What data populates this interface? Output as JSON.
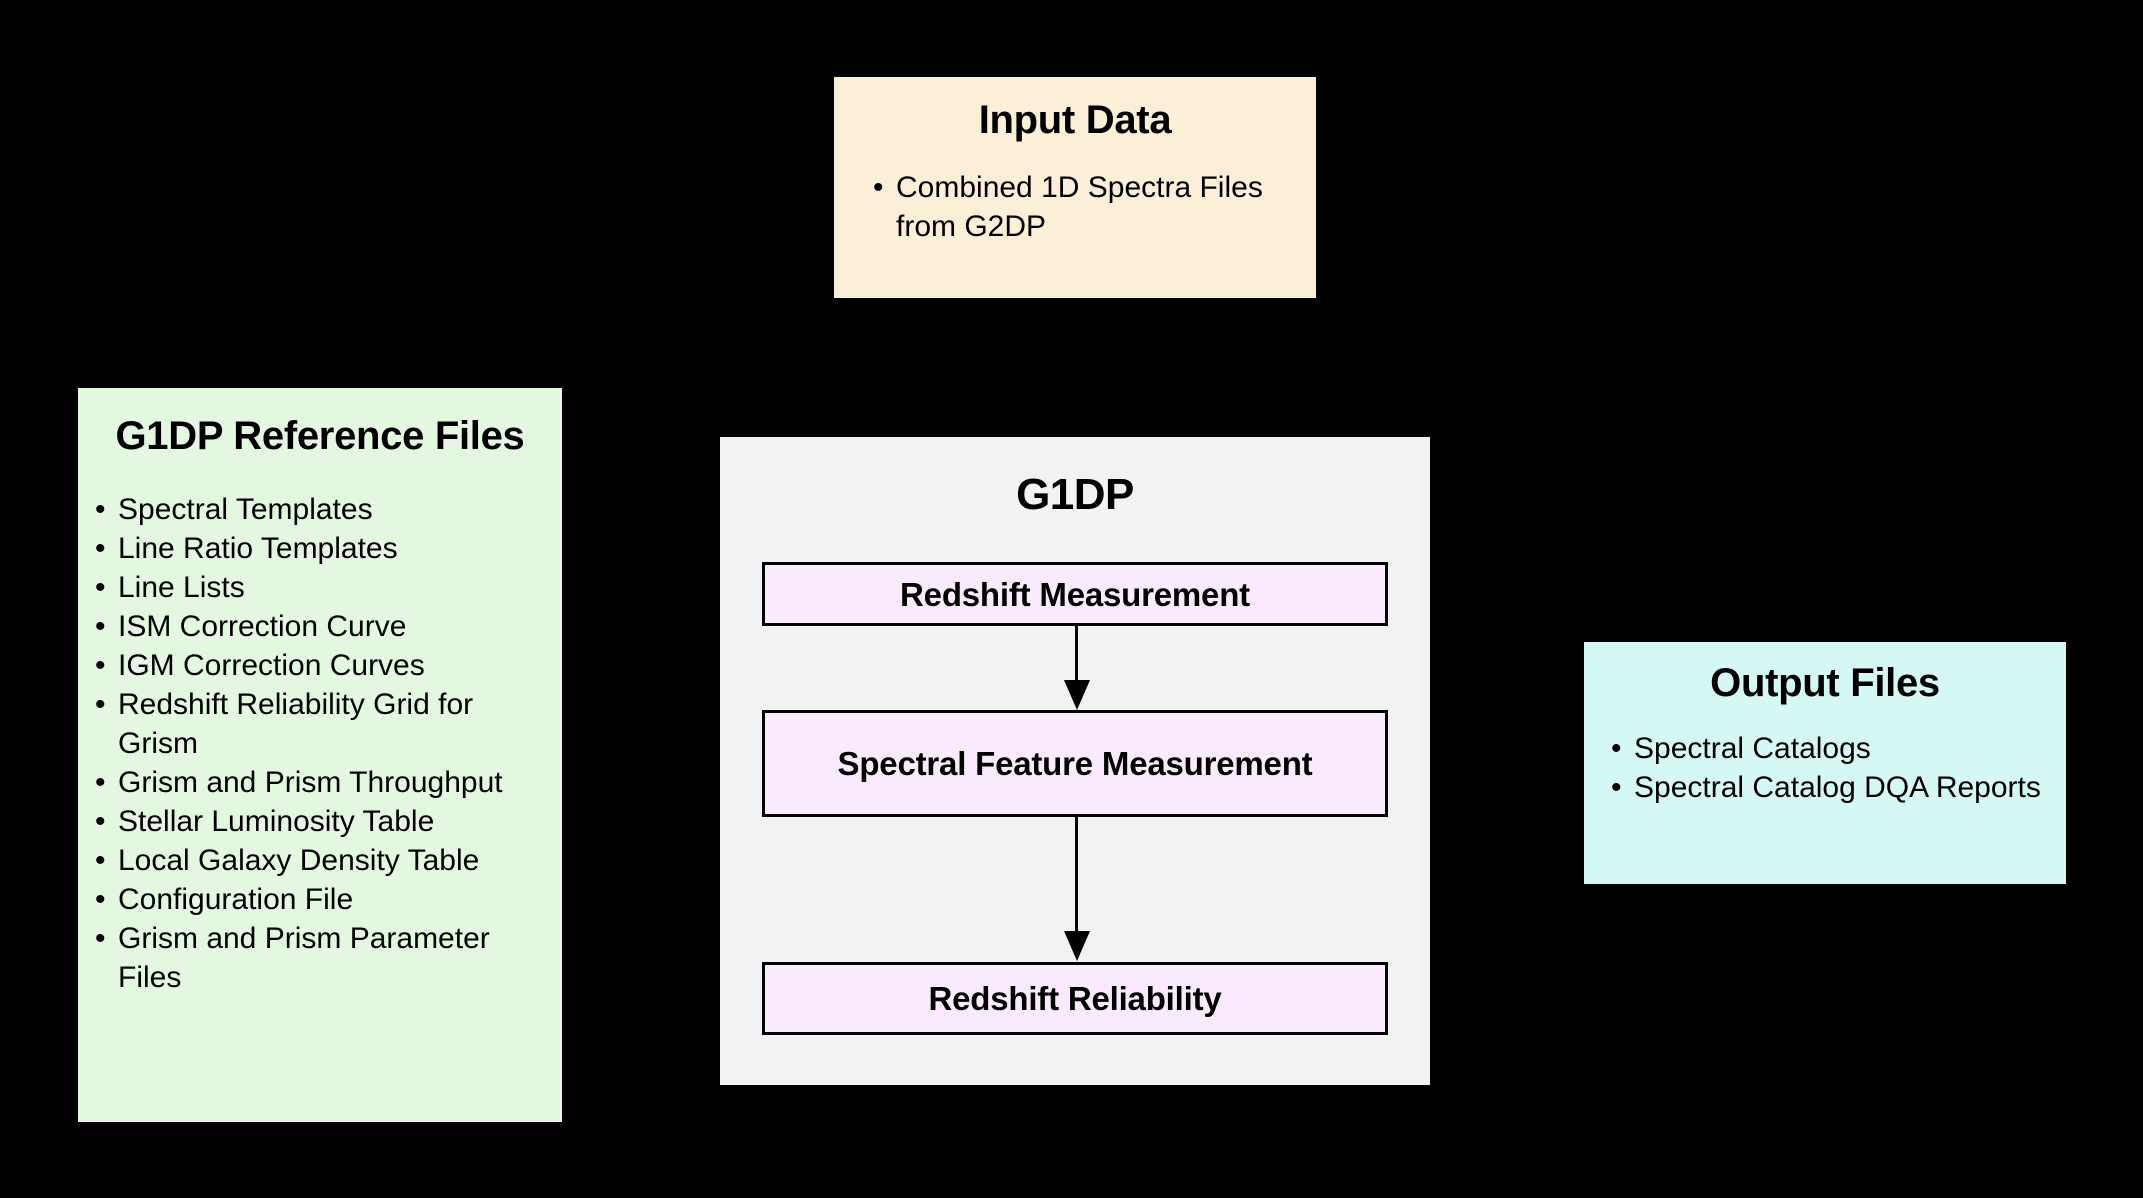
{
  "diagram": {
    "background_color": "#000000",
    "nodes": {
      "input_data": {
        "title": "Input Data",
        "fill_color": "#fcefd8",
        "items": [
          "Combined 1D Spectra Files from G2DP"
        ]
      },
      "reference_files": {
        "title": "G1DP Reference Files",
        "fill_color": "#e3f7e1",
        "items": [
          "Spectral Templates",
          "Line Ratio Templates",
          "Line Lists",
          "ISM Correction Curve",
          "IGM Correction Curves",
          "Redshift Reliability Grid for Grism",
          "Grism and Prism Throughput",
          "Stellar Luminosity Table",
          "Local Galaxy Density Table",
          "Configuration File",
          "Grism and Prism Parameter Files"
        ]
      },
      "pipeline": {
        "title": "G1DP",
        "fill_color": "#f1f2f4",
        "step_fill_color": "#faeafd",
        "steps": [
          {
            "label": "Redshift Measurement"
          },
          {
            "label": "Spectral Feature Measurement"
          },
          {
            "label": "Redshift Reliability"
          }
        ]
      },
      "output_files": {
        "title": "Output Files",
        "fill_color": "#d5f8f4",
        "items": [
          "Spectral Catalogs",
          "Spectral Catalog DQA Reports"
        ]
      }
    }
  }
}
